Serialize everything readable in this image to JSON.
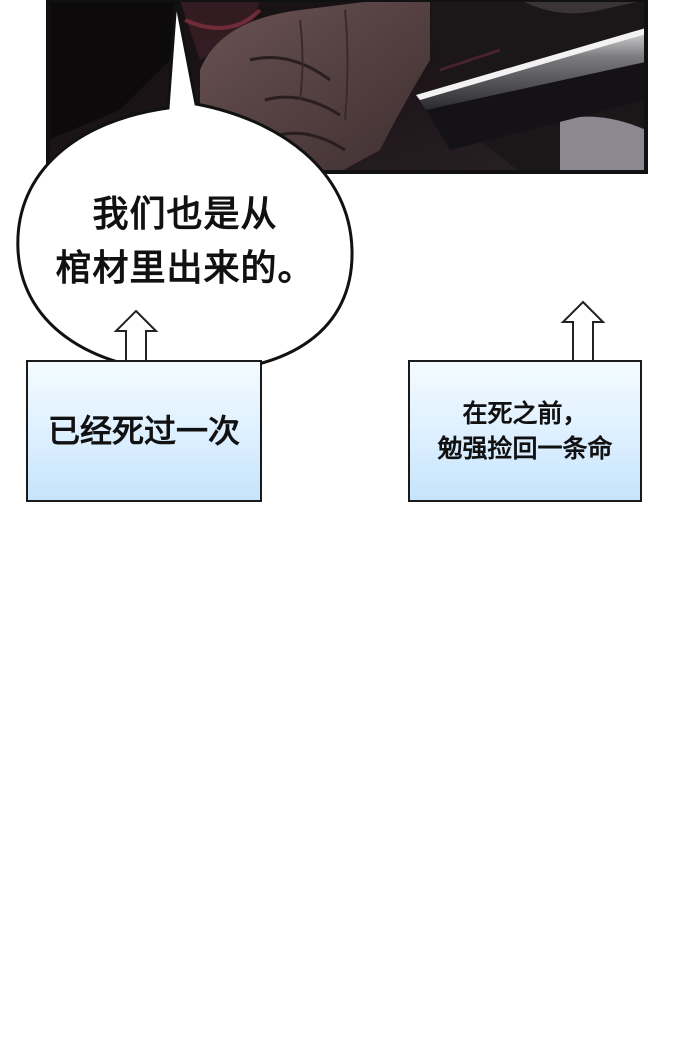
{
  "speech_bubble": {
    "lines": [
      "我们也是从",
      "棺材里出来的。"
    ]
  },
  "annotations": {
    "left_note": {
      "lines": [
        "已经死过一次"
      ]
    },
    "right_note": {
      "lines": [
        "在死之前，",
        "勉强捡回一条命"
      ]
    }
  },
  "colors": {
    "panel_border": "#111111",
    "note_fill": "#dcefff",
    "note_border": "#1a1a1a"
  },
  "icons": [
    "up-arrow-icon",
    "up-arrow-icon"
  ]
}
